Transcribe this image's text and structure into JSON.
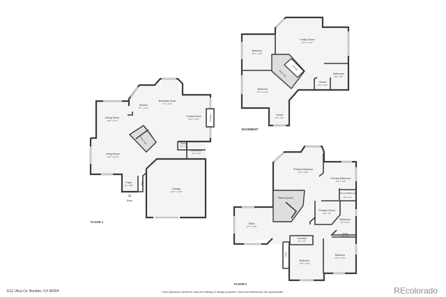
{
  "floor1": {
    "label": "FLOOR 1",
    "rooms": {
      "breakfast_nook": {
        "name": "Breakfast Nook",
        "dims": "7'4\" x 14'8\""
      },
      "kitchen": {
        "name": "Kitchen",
        "dims": "8'7\" x 13'3\""
      },
      "dining_room": {
        "name": "Dining Room",
        "dims": "10'0\" x 12'4\""
      },
      "family_room": {
        "name": "Family Room",
        "dims": "12'4\" x 15'1\""
      },
      "fireplace": {
        "name": "Fireplace"
      },
      "stairs_down": {
        "name": "Stairs (Down)"
      },
      "stairs_up": {
        "name": "Stairs (Up)"
      },
      "living_room": {
        "name": "Living Room",
        "dims": "12'8\" x 11'10\""
      },
      "closet": {
        "name": "Closet",
        "dims": "4'6\" x 2'3\""
      },
      "bathroom": {
        "name": "Bathroom",
        "dims": "4'8\" x 5'11\""
      },
      "foyer": {
        "name": "Foyer",
        "dims": "5'1\" x 8'8\""
      },
      "pantry_closet": {
        "name": "Closet"
      },
      "garage": {
        "name": "Garage",
        "dims": "19'11\" x 19'8\""
      },
      "entry": {
        "name": "Entry"
      }
    }
  },
  "basement": {
    "label": "BASEMENT",
    "rooms": {
      "family_room": {
        "name": "Family Room",
        "dims": "24'3\" x 14'11\""
      },
      "bedroom_1": {
        "name": "Bedroom",
        "dims": "10'7\" x 11'6\""
      },
      "bedroom_2": {
        "name": "Bedroom",
        "dims": "10'7\" x 11'11\""
      },
      "storage": {
        "name": "Storage"
      },
      "stairs_up": {
        "name": "Stairs (Up)"
      },
      "bathroom": {
        "name": "Bathroom",
        "dims": "8'8\" x 6'8\""
      },
      "closet_1": {
        "name": "Closet",
        "dims": "4'10\" x 3'11\""
      },
      "closet_2": {
        "name": "Closet",
        "dims": "4'8\" x 2'8\""
      }
    }
  },
  "floor2": {
    "label": "FLOOR 2",
    "rooms": {
      "primary_bedroom": {
        "name": "Primary Bedroom",
        "dims": "16'0\" x 18'4\""
      },
      "primary_bathroom": {
        "name": "Primary Bathroom",
        "dims": "11'4\" x 10'8\""
      },
      "primary_bathroom_2": {
        "name": "Primary Bathroom",
        "dims": "6'0\" x 2'0\""
      },
      "stairs_down": {
        "name": "Stairs (Down)"
      },
      "primary_closet": {
        "name": "Primary Closet",
        "dims": "8'8\" x 7'6\""
      },
      "bathroom": {
        "name": "Bathroom",
        "dims": "7'9\" x 8'10\""
      },
      "office": {
        "name": "Office",
        "dims": "12'7\" x 13'8\""
      },
      "closet": {
        "name": "Closet",
        "dims": "7'8\" x 2'0\""
      },
      "laundry": {
        "name": "Laundry",
        "dims": "7'8\" x 3'5\""
      },
      "bedroom_1": {
        "name": "Bedroom",
        "dims": "11'8\" x 11'9\""
      },
      "bedroom_2": {
        "name": "Bedroom",
        "dims": "10'8\" x 11'6\""
      },
      "closet_2": {
        "name": "Closet"
      }
    }
  },
  "footer": {
    "address": "1111 Utica Cir, Boulder, CO 80304",
    "disclaimer": "Floor plans/tour cannot be used for building or design purposes. Sizes and dimensions are approximate.",
    "brand": "REcolorado"
  }
}
